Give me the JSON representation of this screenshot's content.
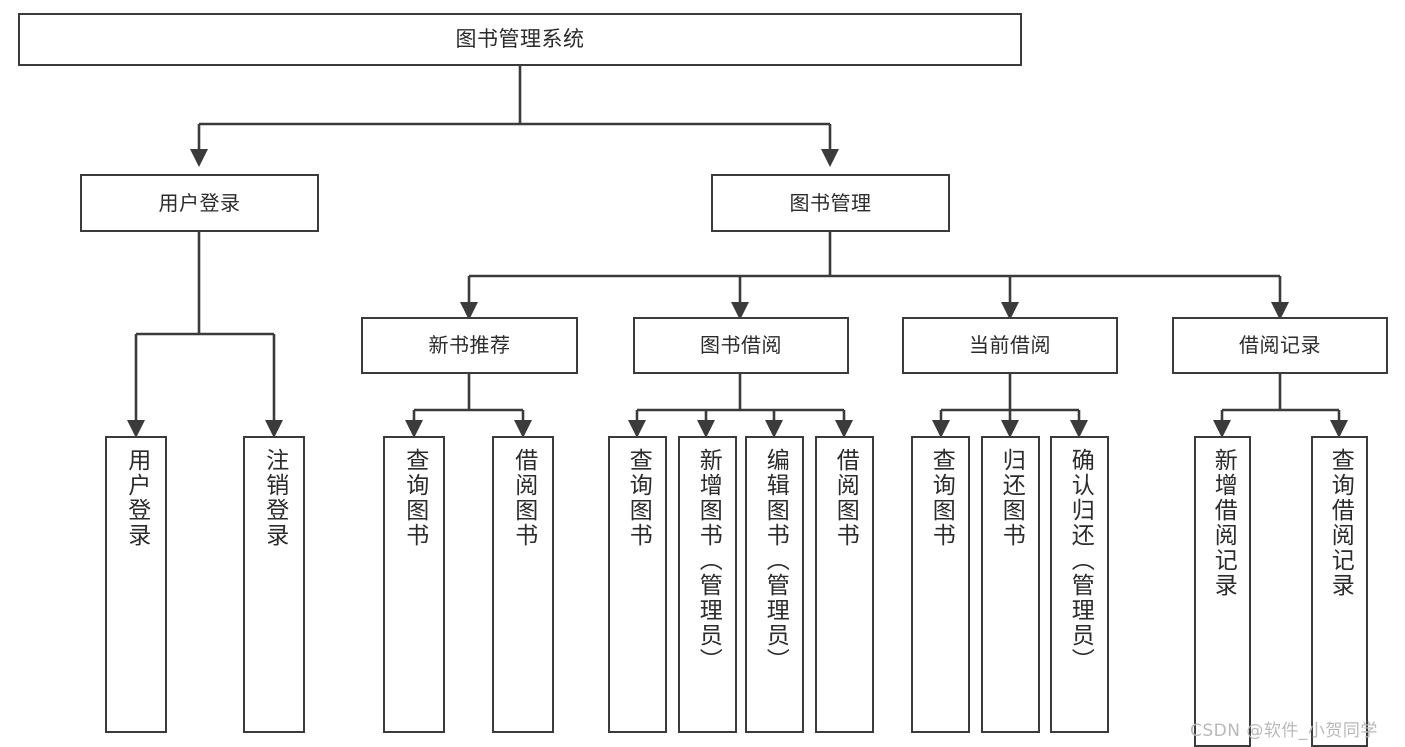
{
  "diagram": {
    "title": "图书管理系统",
    "watermark": "CSDN @软件_小贺同学",
    "edge_color": "#3b3b3b",
    "box_border_color": "#3b3b3b",
    "text_color": "#2b2b2b",
    "background": "#ffffff"
  },
  "nodes": {
    "root": {
      "label": "图书管理系统"
    },
    "level2": [
      {
        "label": "用户登录"
      },
      {
        "label": "图书管理"
      }
    ],
    "level3": [
      {
        "label": "新书推荐"
      },
      {
        "label": "图书借阅"
      },
      {
        "label": "当前借阅"
      },
      {
        "label": "借阅记录"
      }
    ],
    "leaves": {
      "user_login": [
        {
          "label": "用户登录"
        },
        {
          "label": "注销登录"
        }
      ],
      "new_book": [
        {
          "label": "查询图书"
        },
        {
          "label": "借阅图书"
        }
      ],
      "book_borrow": [
        {
          "label": "查询图书"
        },
        {
          "label": "新增图书（管理员）"
        },
        {
          "label": "编辑图书（管理员）"
        },
        {
          "label": "借阅图书"
        }
      ],
      "current_borrow": [
        {
          "label": "查询图书"
        },
        {
          "label": "归还图书"
        },
        {
          "label": "确认归还（管理员）"
        }
      ],
      "borrow_record": [
        {
          "label": "新增借阅记录"
        },
        {
          "label": "查询借阅记录"
        }
      ]
    }
  }
}
